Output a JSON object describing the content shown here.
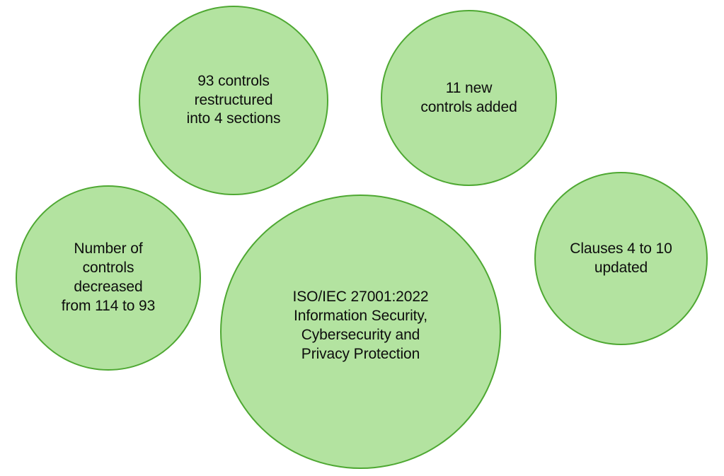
{
  "diagram": {
    "title": "ISO/IEC 27001:2022 key changes bubble diagram",
    "background_color": "#ffffff",
    "bubble_fill_color": "#b3e3a0",
    "bubble_border_color": "#4ea832",
    "text_color": "#0d0d0d",
    "bubbles": [
      {
        "id": "restructured",
        "text": "93 controls\nrestructured\ninto 4 sections"
      },
      {
        "id": "new-controls",
        "text": "11 new\ncontrols added"
      },
      {
        "id": "decreased",
        "text": "Number of\ncontrols\ndecreased\nfrom 114 to 93"
      },
      {
        "id": "standard",
        "text": "ISO/IEC 27001:2022\nInformation Security,\nCybersecurity and\nPrivacy Protection"
      },
      {
        "id": "clauses",
        "text": "Clauses 4 to 10\nupdated"
      }
    ]
  }
}
